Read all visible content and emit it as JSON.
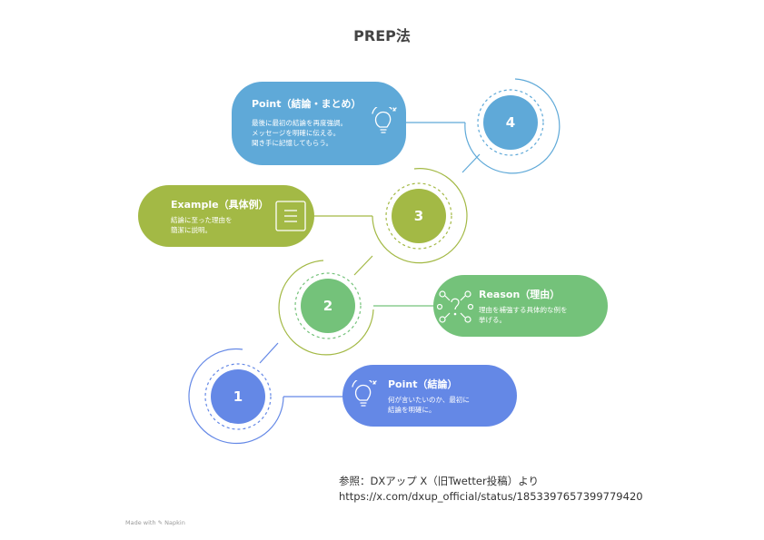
{
  "title": "PREP法",
  "colors": {
    "point_top": "#5fa9d8",
    "example": "#a3b945",
    "reason": "#74c27a",
    "point_bottom": "#6488e6"
  },
  "steps": [
    {
      "number": "1",
      "title": "Point（結論）",
      "description": "何が言いたいのか、最初に\n結論を明確に。",
      "icon": "lightbulb-icon"
    },
    {
      "number": "2",
      "title": "Reason（理由）",
      "description": "理由を補強する具体的な例を\n挙げる。",
      "icon": "network-question-icon"
    },
    {
      "number": "3",
      "title": "Example（具体例）",
      "description": "結論に至った理由を\n簡潔に説明。",
      "icon": "document-lines-icon"
    },
    {
      "number": "4",
      "title": "Point（結論・まとめ）",
      "description": "最後に最初の結論を再度強調。\nメッセージを明確に伝える。\n聞き手に記憶してもらう。",
      "icon": "lightbulb-icon"
    }
  ],
  "reference": {
    "line1": "参照：DXアップ X（旧Twetter投稿）より",
    "line2": "https://x.com/dxup_official/status/1853397657399779420"
  },
  "credit": "Made with ✎ Napkin"
}
